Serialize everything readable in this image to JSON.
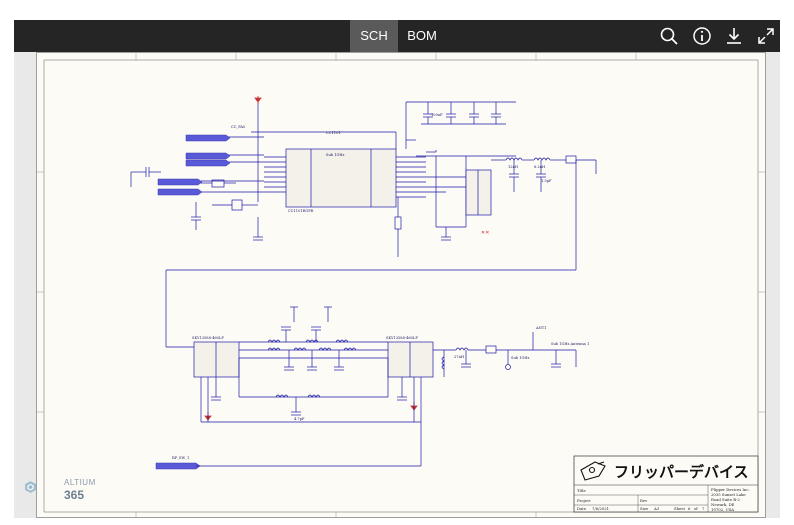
{
  "toolbar": {
    "tabs": [
      {
        "label": "SCH",
        "active": true
      },
      {
        "label": "BOM",
        "active": false
      }
    ],
    "icons": [
      "search-icon",
      "info-icon",
      "download-icon",
      "fullscreen-icon"
    ]
  },
  "schematic": {
    "title_block": {
      "company_logo_text": "フリッパーデバイス",
      "address_lines": [
        "Flipper Devices Inc.",
        "2035 Sunset Lake",
        "Road Suite B-2",
        "Newark, DE",
        "19702, USA"
      ],
      "labels": {
        "title": "Title",
        "project": "Project",
        "date": "Date",
        "size": "Size",
        "sheet": "Sheet",
        "rev": "Rev"
      },
      "date_value": "7/6/2021",
      "size_value": "A3",
      "sheet_value": "6",
      "sheet_of": "of",
      "sheet_total": "7"
    },
    "net_labels": [
      "CC_PA0",
      "CC1101",
      "Sub 1GHz",
      "RF_SW_1",
      "Sub 1GHz Antenna 1",
      "ANT1",
      "Sub 1GHz"
    ],
    "components": [
      "CC1101RGPR",
      "SKY13588-460LF",
      "SKY13588-460LF",
      "4.7pF",
      "100nF",
      "12nH",
      "8.2nH",
      "1.5pF",
      "27nH"
    ]
  },
  "branding": {
    "logo_line1": "ALTIUM",
    "logo_line2": "365"
  },
  "colors": {
    "toolbar_bg": "#252525",
    "active_tab_bg": "#5a5a5a",
    "sheet_bg": "#fdfbf6",
    "wire": "#1a1aa6",
    "bus": "#3a3ab0",
    "port": "#5a5ad8",
    "power": "#c83232"
  }
}
